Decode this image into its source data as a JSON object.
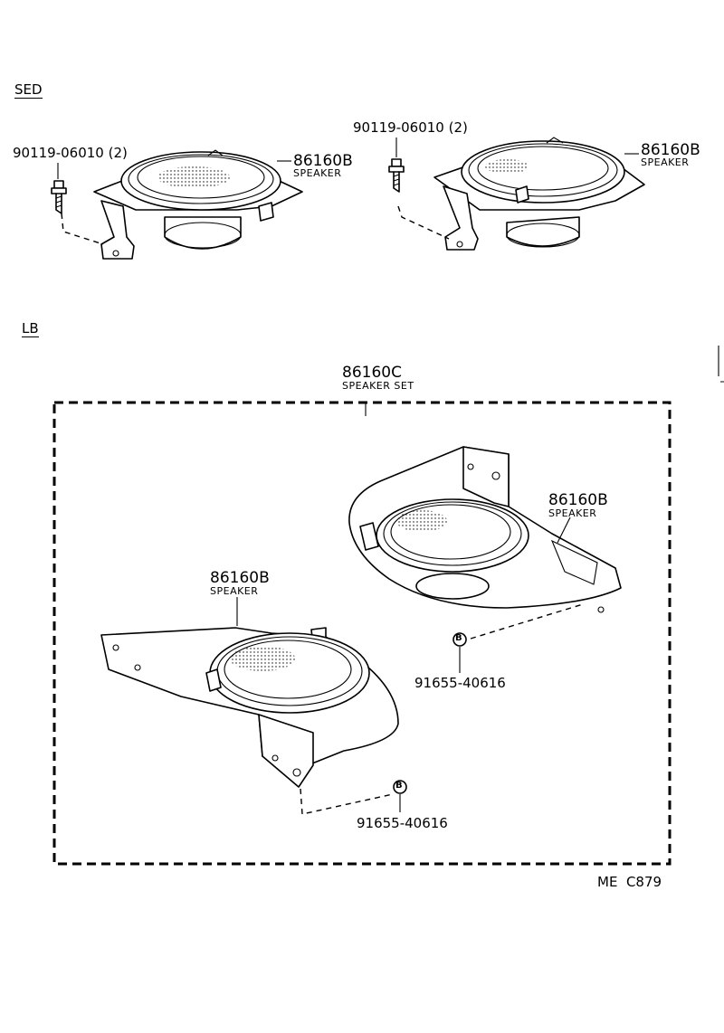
{
  "sections": {
    "sed": "SED",
    "lb": "LB"
  },
  "sed": {
    "left": {
      "bolt_part": "90119-06010 (2)",
      "speaker_part": "86160B",
      "speaker_desc": "SPEAKER"
    },
    "right": {
      "bolt_part": "90119-06010 (2)",
      "speaker_part": "86160B",
      "speaker_desc": "SPEAKER"
    }
  },
  "lb": {
    "set_part": "86160C",
    "set_desc": "SPEAKER SET",
    "upper": {
      "speaker_part": "86160B",
      "speaker_desc": "SPEAKER",
      "screw_marker": "B",
      "screw_part": "91655-40616"
    },
    "lower": {
      "speaker_part": "86160B",
      "speaker_desc": "SPEAKER",
      "screw_marker": "B",
      "screw_part": "91655-40616"
    }
  },
  "footer_code": "ME  C879"
}
